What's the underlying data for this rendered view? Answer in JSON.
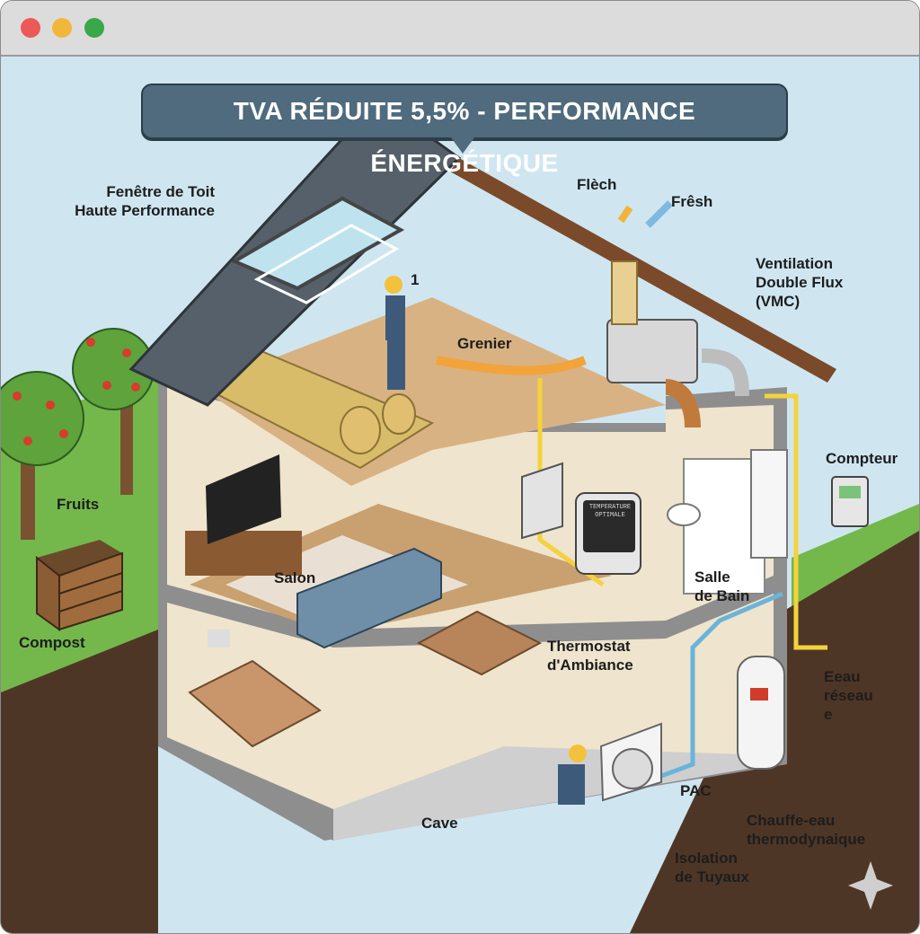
{
  "window": {
    "controls": [
      {
        "name": "close",
        "color": "#ec5a57"
      },
      {
        "name": "minimize",
        "color": "#f0b73b"
      },
      {
        "name": "maximize",
        "color": "#3aa748"
      }
    ]
  },
  "banner": {
    "title": "TVA RÉDUITE 5,5% - PERFORMANCE ÉNERGÉTIQUE"
  },
  "labels": {
    "roof_window": "Fenêtre de Toit\nHaute Performance",
    "worker_number": "1",
    "flech": "Flèch",
    "fresh": "Frêsh",
    "vmc": "Ventilation\nDouble Flux\n(VMC)",
    "attic": "Grenier",
    "meter": "Compteur",
    "fruits": "Fruits",
    "compost": "Compost",
    "living_room": "Salon",
    "bathroom": "Salle\nde Bain",
    "thermostat": "Thermostat\nd'Ambiance",
    "thermostat_screen": "TEMPERATURE\nOPTIMALE",
    "water_network": "Eeau\nréseau\ne",
    "heat_pump": "PAC",
    "cellar": "Cave",
    "water_heater": "Chauffe-eau\nthermodynaique",
    "pipe_insulation": "Isolation\nde Tuyaux"
  },
  "colors": {
    "sky": "#cfe6f1",
    "grass": "#74b84c",
    "soil": "#4e3626",
    "roof": "#56606a",
    "wall": "#efe4cd",
    "floor": "#d9b283",
    "banner": "#4f6b7d",
    "warm_air": "#f2a33a",
    "fresh_air": "#7fb9df",
    "warm_water_pipe": "#f4d23c",
    "cold_water_pipe": "#6ab4d9"
  },
  "icons": [
    "sparkle-icon",
    "worker-icon",
    "apple-tree-icon",
    "compost-bin-icon",
    "heat-pump-icon",
    "water-heater-icon",
    "meter-icon",
    "thermostat-icon",
    "vmc-unit-icon"
  ]
}
